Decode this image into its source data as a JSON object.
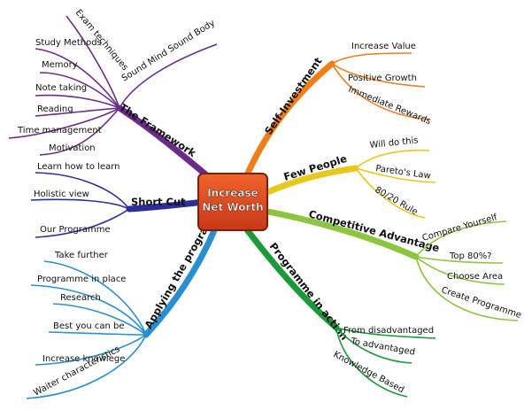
{
  "center": {
    "line1": "Increase",
    "line2": "Net Worth"
  },
  "branches": {
    "framework": {
      "label": "The Framework",
      "color": "#6a2c8a",
      "leaves": [
        "Sound Mind Sound Body",
        "Exam techniques",
        "Study Methods",
        "Memory",
        "Note taking",
        "Reading",
        "Time management",
        "Motivation"
      ]
    },
    "shortcut": {
      "label": "Short Cut",
      "color": "#2c2f9a",
      "leaves": [
        "Learn how to learn",
        "Holistic view",
        "Our Programme"
      ]
    },
    "applying": {
      "label": "Applying the programme",
      "color": "#2a8fd0",
      "leaves": [
        "Take further",
        "Programme in place",
        "Research",
        "Best you can be",
        "Increase knowlege",
        "Waiter characteristics"
      ]
    },
    "selfinvest": {
      "label": "Self-Investment",
      "color": "#ef7d1a",
      "leaves": [
        "Increase Value",
        "Positive Growth",
        "Immediate Rewards"
      ]
    },
    "fewpeople": {
      "label": "Few People",
      "color": "#e8c81c",
      "leaves": [
        "Will do this",
        "Pareto's Law",
        "80/20 Rule"
      ]
    },
    "competitive": {
      "label": "Competitive Advantage",
      "color": "#8cc63f",
      "leaves": [
        "Compare Yourself",
        "Top 80%?",
        "Choose Area",
        "Create Programme"
      ]
    },
    "inaction": {
      "label": "Programme in action",
      "color": "#1a9a3a",
      "leaves": [
        "From disadvantaged",
        "To advantaged",
        "Knowledge Based"
      ]
    }
  }
}
